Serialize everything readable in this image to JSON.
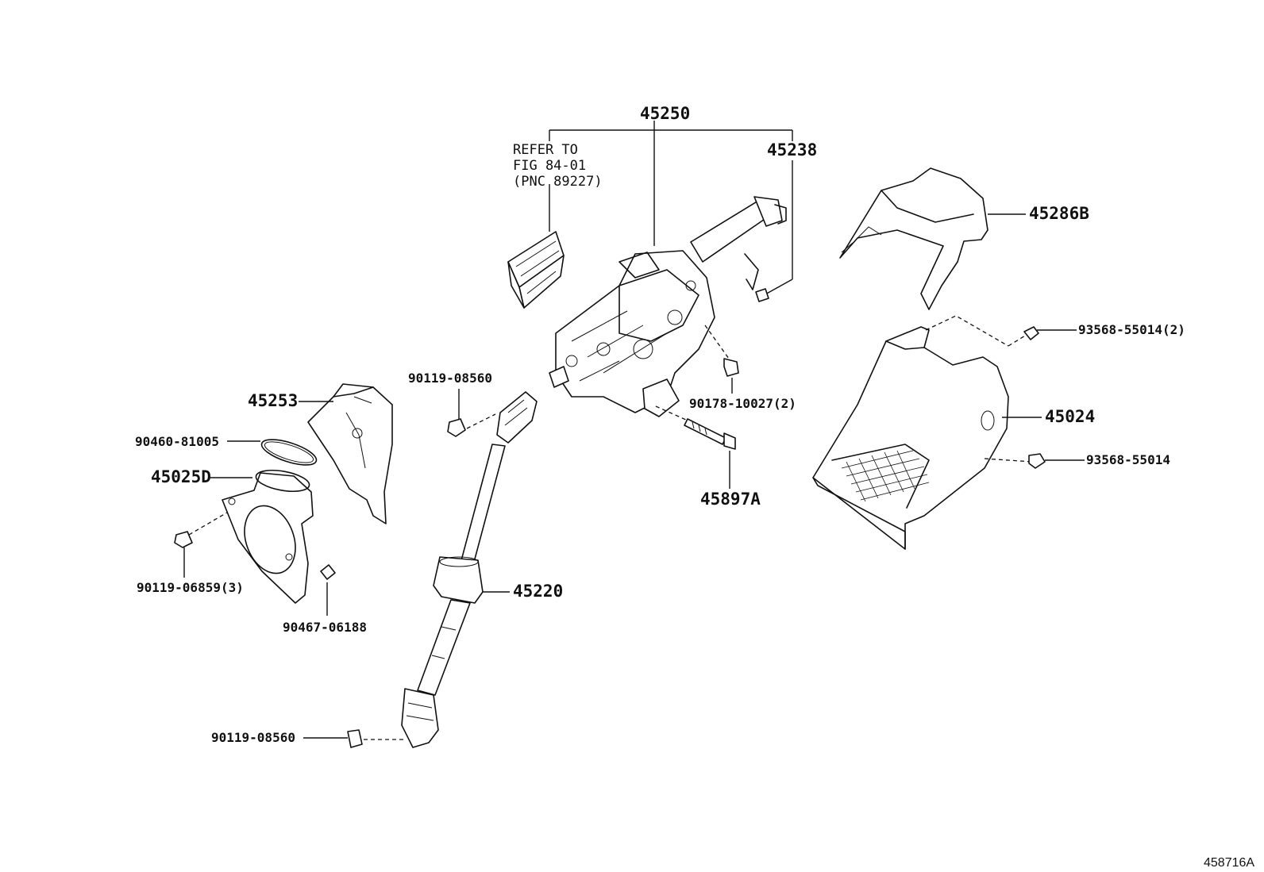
{
  "figure_id": "458716A",
  "note": {
    "line1": "REFER TO",
    "line2": "FIG 84-01",
    "line3": "(PNC 89227)"
  },
  "labels": {
    "p45250": "45250",
    "p45238": "45238",
    "p45286B": "45286B",
    "p93568_2": "93568-55014(2)",
    "p90178": "90178-10027(2)",
    "p45024": "45024",
    "p93568": "93568-55014",
    "p45897A": "45897A",
    "p90119_top": "90119-08560",
    "p45253": "45253",
    "p90460": "90460-81005",
    "p45025D": "45025D",
    "p90119_06859": "90119-06859(3)",
    "p90467": "90467-06188",
    "p45220": "45220",
    "p90119_bottom": "90119-08560"
  }
}
